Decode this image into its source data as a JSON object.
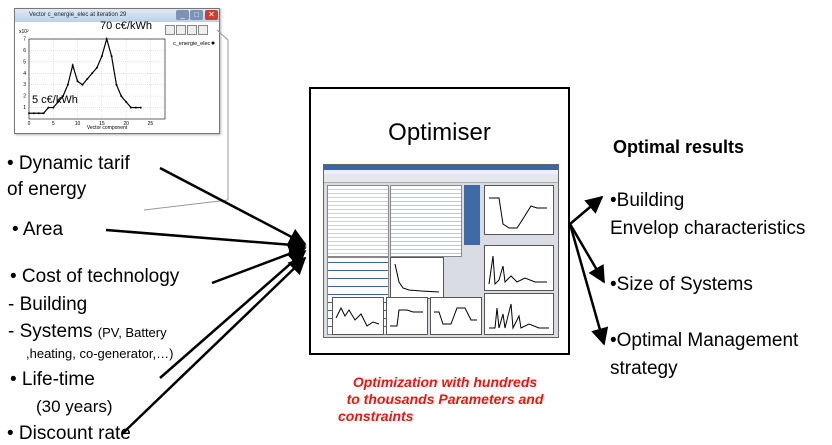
{
  "inset_chart": {
    "window_title": "Vector c_energie_elec at iteration 29",
    "legend": "c_energie_elec",
    "top_annotation": "70 c€/kWh",
    "bottom_annotation": "5 c€/kWh",
    "xlabel": "Vector component",
    "y_exponent": "x10²"
  },
  "chart_data": {
    "type": "line",
    "title": "",
    "xlabel": "Vector component",
    "ylabel": "",
    "x": [
      0,
      1,
      2,
      3,
      4,
      5,
      6,
      7,
      8,
      9,
      10,
      11,
      12,
      13,
      14,
      15,
      16,
      17,
      18,
      19,
      20,
      21,
      22,
      23
    ],
    "series": [
      {
        "name": "c_energie_elec",
        "values": [
          0.5,
          0.5,
          0.5,
          0.5,
          1,
          1,
          1.5,
          2,
          3,
          4.7,
          3.3,
          3,
          3.5,
          4,
          4.5,
          5.5,
          7,
          5.5,
          3,
          2,
          1.5,
          1,
          1,
          1
        ]
      }
    ],
    "xlim": [
      0,
      28
    ],
    "ylim": [
      0,
      7
    ],
    "xticks": [
      "0",
      "5",
      "10",
      "15",
      "20",
      "25"
    ],
    "yticks": [
      "1",
      "2",
      "3",
      "4",
      "5",
      "6",
      "7"
    ],
    "grid": true,
    "legend_position": "top-right"
  },
  "inputs": {
    "tariff_line1": "• Dynamic tarif",
    "tariff_line2": "of energy",
    "area": "• Area",
    "cost": "• Cost of technology",
    "building": "- Building",
    "systems": "- Systems ",
    "systems_detail1": "(PV, Battery",
    "systems_detail2": ",heating, co-generator,…)",
    "lifetime": "• Life-time",
    "lifetime_value": "(30 years)",
    "discount": "• Discount rate"
  },
  "optimiser": {
    "title": "Optimiser"
  },
  "caption": {
    "line1": "Optimization with hundreds",
    "line2": "to thousands Parameters and",
    "line3": "constraints",
    "color": "#e8170f"
  },
  "outputs": {
    "heading": "Optimal results",
    "item1_line1": "•Building",
    "item1_line2": "Envelop characteristics",
    "item2": "•Size of Systems",
    "item3_line1": "•Optimal Management",
    "item3_line2": "strategy"
  }
}
